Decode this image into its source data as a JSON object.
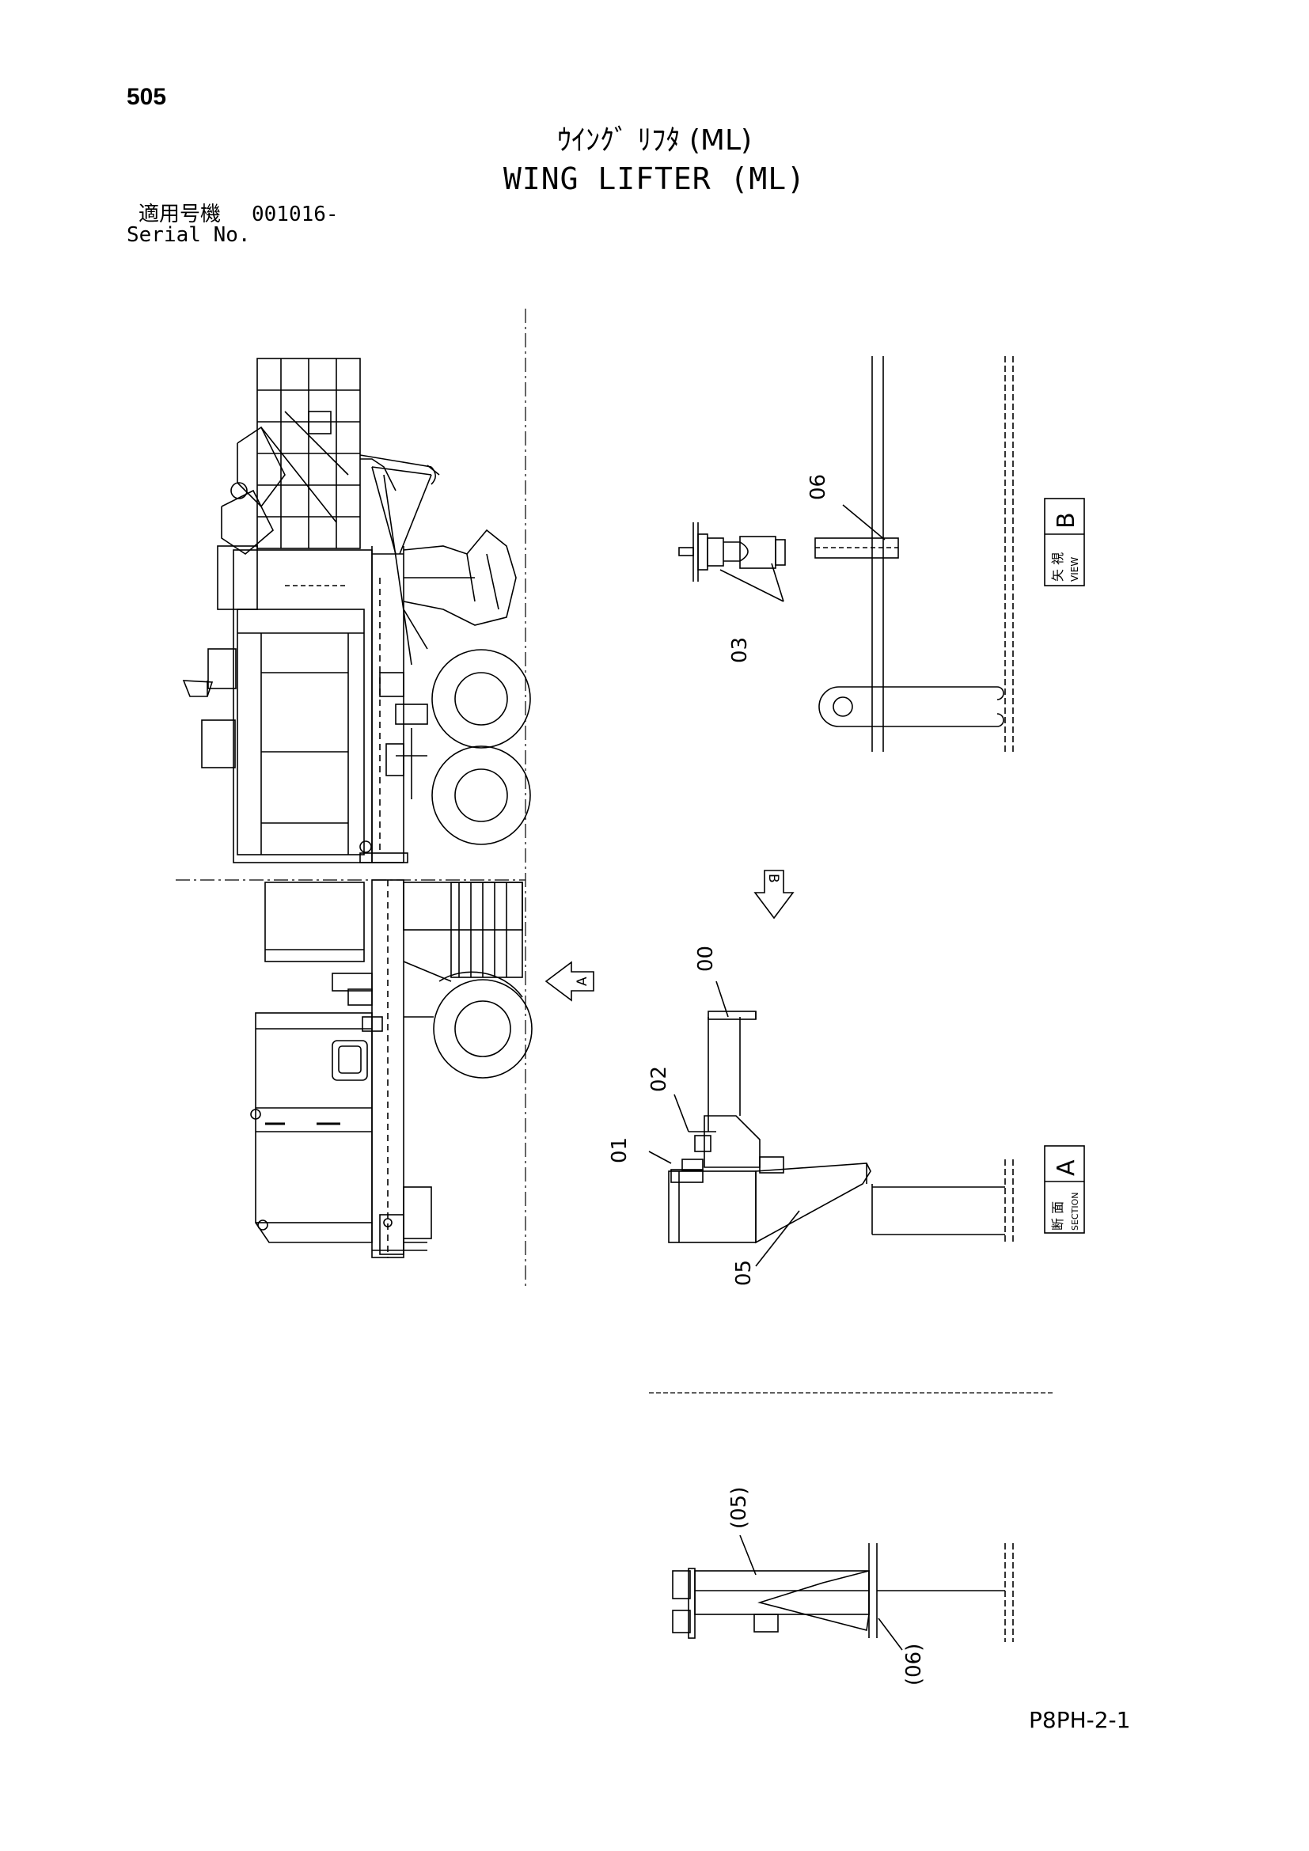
{
  "header": {
    "page_number": "505",
    "title_jp": "ｳｲﾝｸﾞ ﾘﾌﾀ (ML)",
    "title_en": "WING LIFTER (ML)",
    "serial_label_jp": "適用号機",
    "serial_value": "001016-",
    "serial_label_en": "Serial No."
  },
  "callouts": {
    "c06": "06",
    "c03": "03",
    "c00": "00",
    "c02": "02",
    "c01": "01",
    "c05": "05",
    "c05p": "(05)",
    "c06p": "(06)"
  },
  "views": {
    "view_b_letter": "B",
    "view_b_jp": "矢 視",
    "view_b_en": "VIEW",
    "section_a_letter": "A",
    "section_a_jp": "断 面",
    "section_a_en": "SECTION",
    "arrow_a": "A",
    "arrow_b": "B"
  },
  "footer": {
    "code": "P8PH-2-1"
  }
}
